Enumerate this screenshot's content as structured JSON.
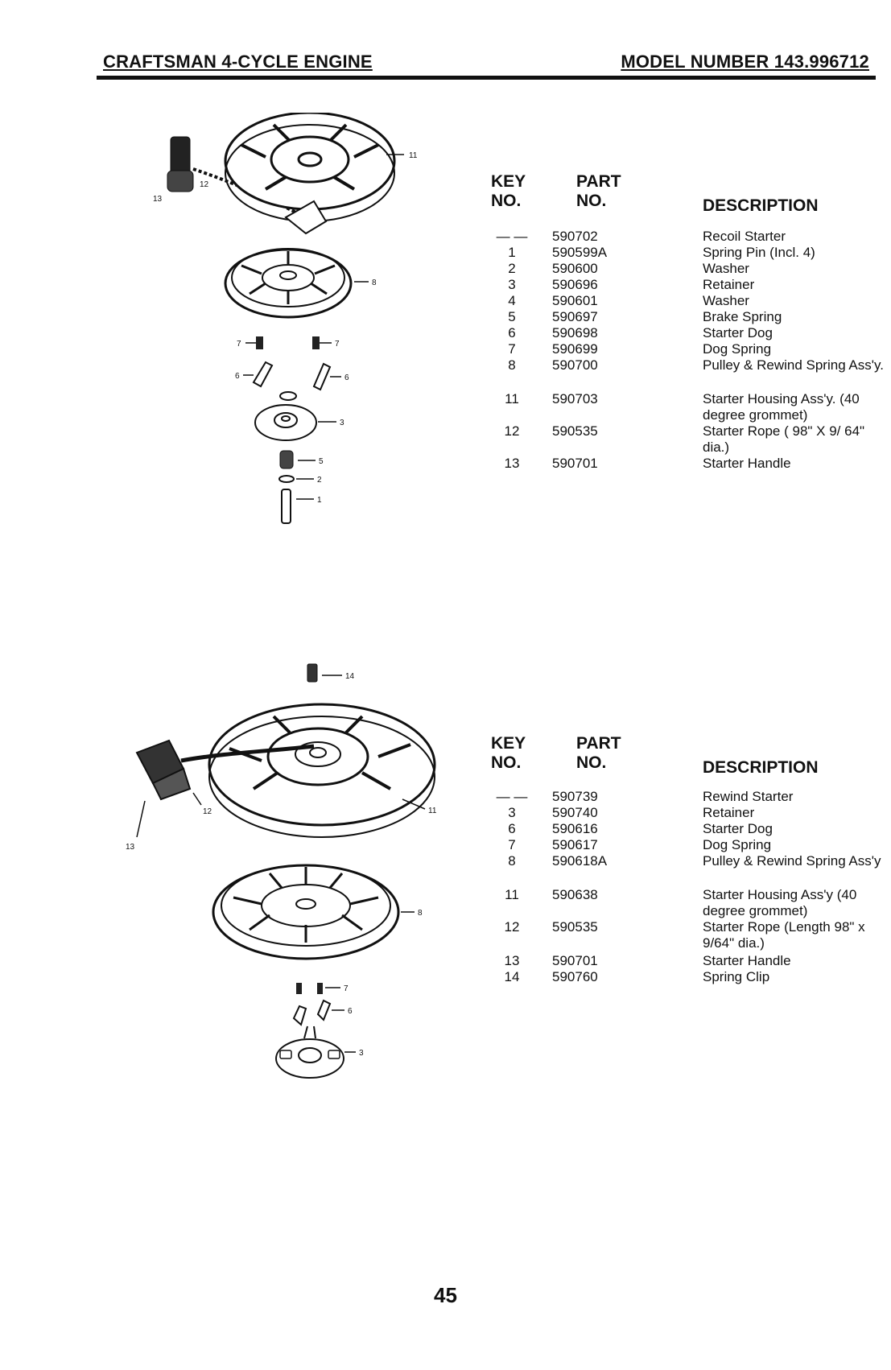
{
  "header": {
    "title": "CRAFTSMAN 4-CYCLE ENGINE",
    "model": "MODEL NUMBER 143.996712"
  },
  "table1": {
    "key_header_1": "KEY",
    "key_header_2": "NO.",
    "part_header_1": "PART",
    "part_header_2": "NO.",
    "desc_header": "DESCRIPTION",
    "rows": [
      {
        "key": "— —",
        "part": "590702",
        "desc": "Recoil Starter"
      },
      {
        "key": "1",
        "part": "590599A",
        "desc": "Spring Pin (Incl. 4)"
      },
      {
        "key": "2",
        "part": "590600",
        "desc": "Washer"
      },
      {
        "key": "3",
        "part": "590696",
        "desc": "Retainer"
      },
      {
        "key": "4",
        "part": "590601",
        "desc": "Washer"
      },
      {
        "key": "5",
        "part": "590697",
        "desc": "Brake Spring"
      },
      {
        "key": "6",
        "part": "590698",
        "desc": "Starter Dog"
      },
      {
        "key": "7",
        "part": "590699",
        "desc": "Dog Spring"
      },
      {
        "key": "8",
        "part": "590700",
        "desc": "Pulley & Rewind Spring Ass'y."
      },
      {
        "key": "11",
        "part": "590703",
        "desc": "Starter Housing Ass'y. (40 degree grommet)"
      },
      {
        "key": "12",
        "part": "590535",
        "desc": "Starter Rope ( 98\" X 9/ 64\" dia.)"
      },
      {
        "key": "13",
        "part": "590701",
        "desc": "Starter Handle"
      }
    ]
  },
  "table2": {
    "key_header_1": "KEY",
    "key_header_2": "NO.",
    "part_header_1": "PART",
    "part_header_2": "NO.",
    "desc_header": "DESCRIPTION",
    "rows": [
      {
        "key": "— —",
        "part": "590739",
        "desc": "Rewind Starter"
      },
      {
        "key": "3",
        "part": "590740",
        "desc": "Retainer"
      },
      {
        "key": "6",
        "part": "590616",
        "desc": "Starter Dog"
      },
      {
        "key": "7",
        "part": "590617",
        "desc": "Dog Spring"
      },
      {
        "key": "8",
        "part": "590618A",
        "desc": "Pulley & Rewind Spring Ass'y"
      },
      {
        "key": "11",
        "part": "590638",
        "desc": "Starter Housing Ass'y (40 degree grommet)"
      },
      {
        "key": "12",
        "part": "590535",
        "desc": "Starter Rope (Length 98\" x 9/64\" dia.)"
      },
      {
        "key": "13",
        "part": "590701",
        "desc": "Starter Handle"
      },
      {
        "key": "14",
        "part": "590760",
        "desc": "Spring Clip"
      }
    ]
  },
  "diagram1": {
    "labels": [
      "11",
      "12",
      "13",
      "8",
      "7",
      "7",
      "6",
      "6",
      "3",
      "5",
      "2",
      "1"
    ]
  },
  "diagram2": {
    "labels": [
      "14",
      "11",
      "12",
      "13",
      "8",
      "7",
      "6",
      "3"
    ]
  },
  "page_number": "45"
}
